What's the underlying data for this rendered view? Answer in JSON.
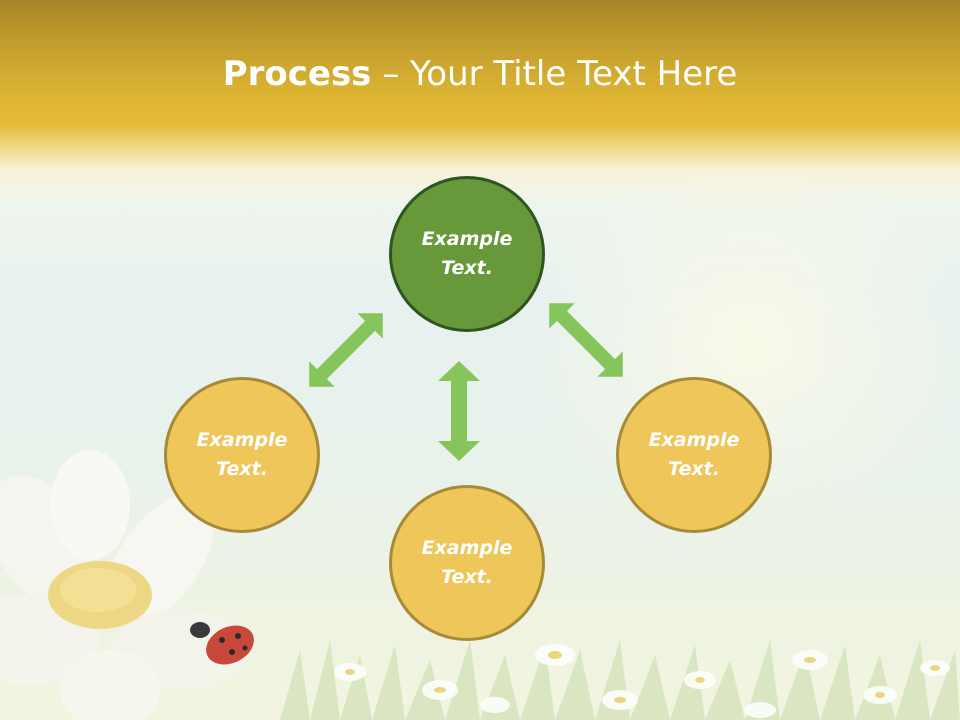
{
  "title": {
    "bold": "Process",
    "rest": " – Your Title Text Here"
  },
  "nodes": {
    "top": {
      "label": "Example Text."
    },
    "left": {
      "label": "Example Text."
    },
    "right": {
      "label": "Example Text."
    },
    "bottom": {
      "label": "Example Text."
    }
  },
  "colors": {
    "center_node": "#67993a",
    "center_border": "#2e5420",
    "outer_node": "#eec65a",
    "outer_border": "#a68a37",
    "arrow": "#86c45c",
    "header": "#e6bb38"
  }
}
